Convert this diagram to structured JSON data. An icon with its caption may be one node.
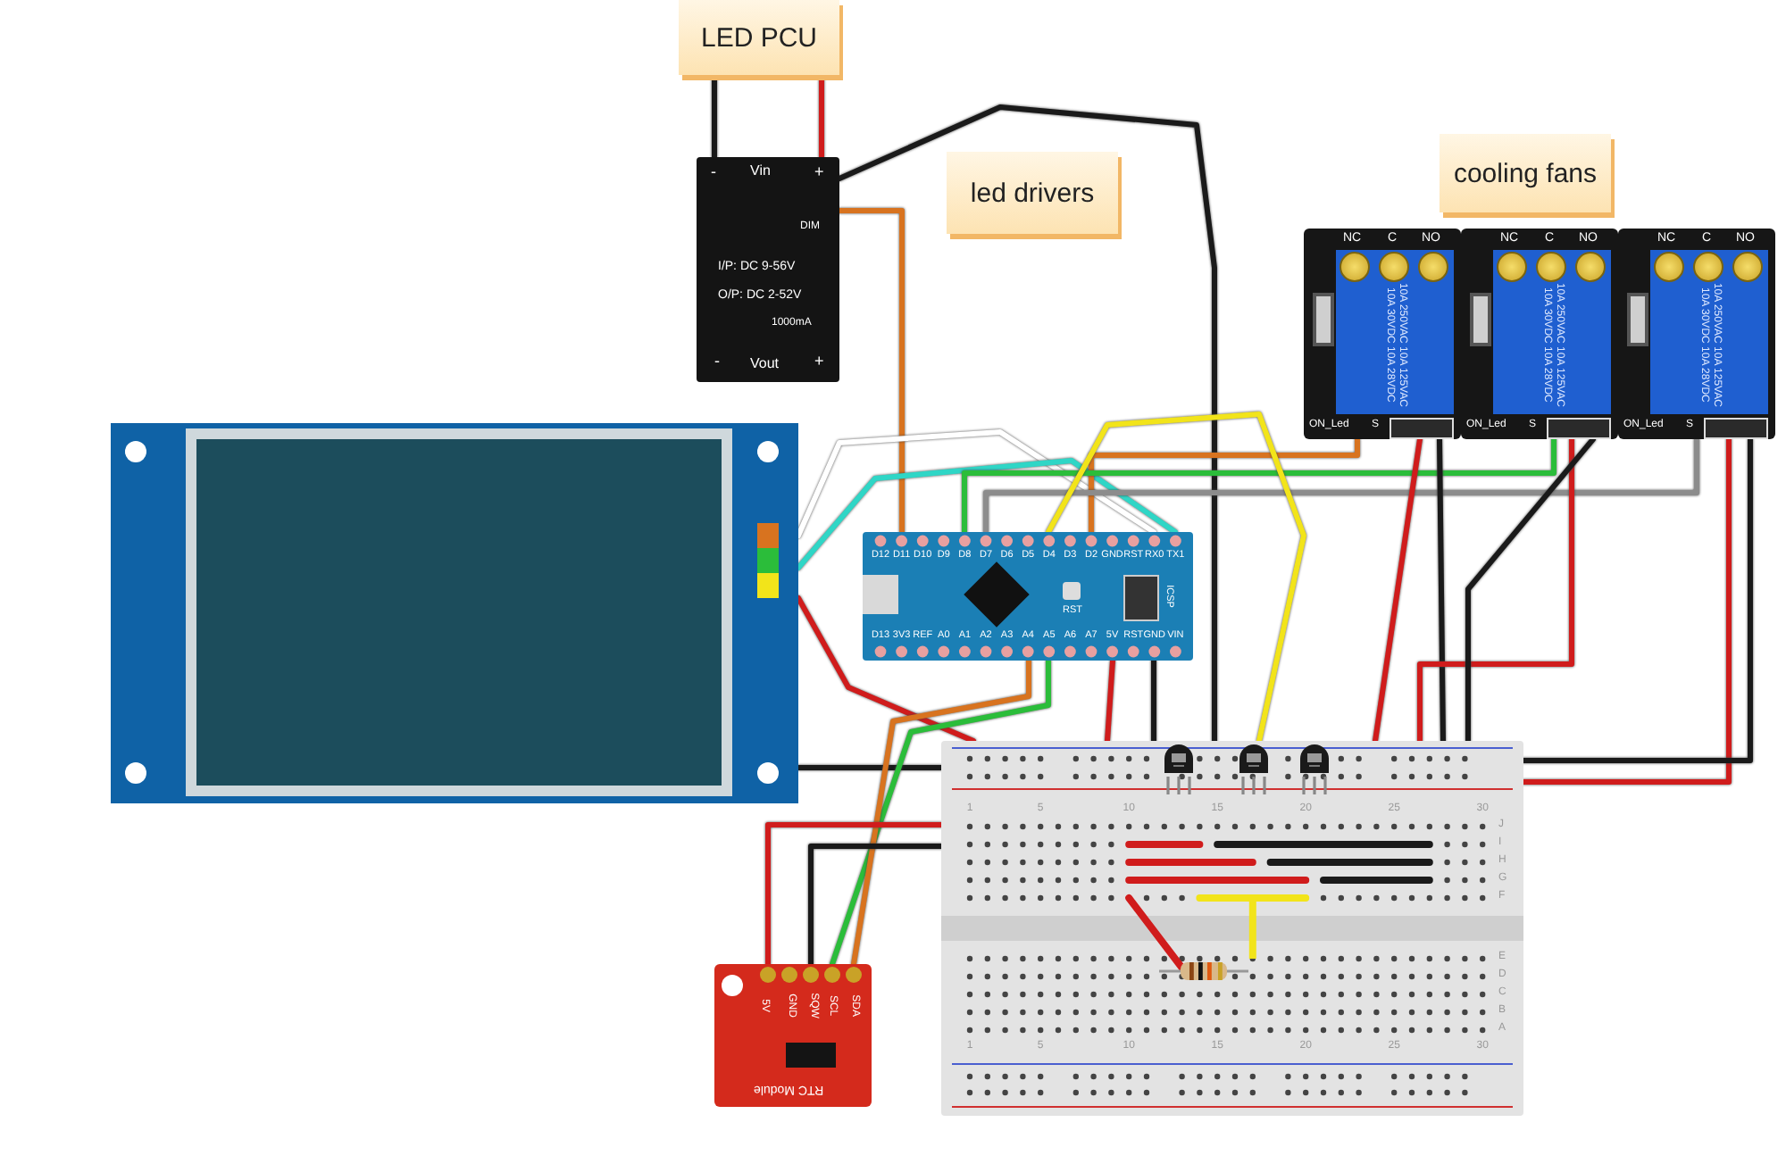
{
  "diagram": {
    "nodes": [
      {
        "text": [
          "LED PCU"
        ]
      },
      {
        "text": [
          "-",
          "Vin",
          "+",
          "DIM",
          "I/P: DC 9-56V",
          "O/P: DC 2-52V",
          "1000mA",
          "-",
          "Vout",
          "+"
        ]
      },
      {
        "text": [
          "led drivers"
        ]
      },
      {
        "text": [
          "cooling fans"
        ]
      },
      {
        "text": [
          "NC",
          "C",
          "NO",
          "10A 250VAC 10A 125VAC 10A 30VDC 10A 28VDC",
          "ON_Led",
          "S"
        ]
      },
      {
        "text": [
          "NC",
          "C",
          "NO",
          "10A 250VAC 10A 125VAC 10A 30VDC 10A 28VDC",
          "ON_Led",
          "S"
        ]
      },
      {
        "text": [
          "NC",
          "C",
          "NO",
          "10A 250VAC 10A 125VAC 10A 30VDC 10A 28VDC",
          "ON_Led",
          "S"
        ]
      },
      {
        "text": [],
        "shape": "picture"
      },
      {
        "text": [
          "D12",
          "D11",
          "D10",
          "D9",
          "D8",
          "D7",
          "D6",
          "D5",
          "D4",
          "D3",
          "D2",
          "GND",
          "RST",
          "RX0",
          "TX1",
          "RST",
          "ICSP",
          "D13",
          "3V3",
          "REF",
          "A0",
          "A1",
          "A2",
          "A3",
          "A4",
          "A5",
          "A6",
          "A7",
          "5V",
          "RST",
          "GND",
          "VIN"
        ]
      },
      {
        "text": [
          "1",
          "5",
          "10",
          "15",
          "20",
          "25",
          "30",
          "J",
          "I",
          "H",
          "G",
          "F",
          "E",
          "D",
          "C",
          "B",
          "A",
          "1",
          "5",
          "10",
          "15",
          "20",
          "25",
          "30"
        ]
      },
      {
        "text": [],
        "shape": "picture",
        "in": 9
      },
      {
        "text": [],
        "shape": "picture",
        "in": 9
      },
      {
        "text": [],
        "shape": "picture",
        "in": 9
      },
      {
        "text": [],
        "shape": "picture",
        "in": 9
      },
      {
        "text": [
          "5V",
          "GND",
          "SQW",
          "SCL",
          "SDA",
          "RTC Module"
        ]
      }
    ],
    "edges": [
      {
        "from": 0,
        "to": 1,
        "arrow": "none",
        "color": "#1a1a1a"
      },
      {
        "from": 0,
        "to": 1,
        "arrow": "none",
        "color": "#d01c1c"
      },
      {
        "from": 1,
        "to": 9,
        "arrow": "none",
        "color": "#1a1a1a"
      },
      {
        "from": 1,
        "to": 8,
        "arrow": "none",
        "color": "#d8731f"
      },
      {
        "from": 7,
        "to": 8,
        "arrow": "none",
        "color": "#ffffff"
      },
      {
        "from": 7,
        "to": 8,
        "arrow": "none",
        "color": "#2fd6c6"
      },
      {
        "from": 7,
        "to": 9,
        "arrow": "none",
        "color": "#d01c1c"
      },
      {
        "from": 7,
        "to": 9,
        "arrow": "none",
        "color": "#1a1a1a"
      },
      {
        "from": 8,
        "to": 4,
        "arrow": "none",
        "color": "#d8731f"
      },
      {
        "from": 8,
        "to": 5,
        "arrow": "none",
        "color": "#2bbd3a"
      },
      {
        "from": 8,
        "to": 6,
        "arrow": "none",
        "color": "#8c8c8c"
      },
      {
        "from": 8,
        "to": 9,
        "arrow": "none",
        "color": "#f2e41a"
      },
      {
        "from": 8,
        "to": 9,
        "arrow": "none",
        "color": "#d01c1c"
      },
      {
        "from": 8,
        "to": 9,
        "arrow": "none",
        "color": "#1a1a1a"
      },
      {
        "from": 8,
        "to": 14,
        "arrow": "none",
        "color": "#2bbd3a"
      },
      {
        "from": 8,
        "to": 14,
        "arrow": "none",
        "color": "#d8731f"
      },
      {
        "from": 14,
        "to": 9,
        "arrow": "none",
        "color": "#d01c1c"
      },
      {
        "from": 14,
        "to": 9,
        "arrow": "none",
        "color": "#1a1a1a"
      },
      {
        "from": 4,
        "to": 9,
        "arrow": "none",
        "color": "#d01c1c"
      },
      {
        "from": 4,
        "to": 9,
        "arrow": "none",
        "color": "#1a1a1a"
      },
      {
        "from": 5,
        "to": 9,
        "arrow": "none",
        "color": "#d01c1c"
      },
      {
        "from": 5,
        "to": 9,
        "arrow": "none",
        "color": "#1a1a1a"
      },
      {
        "from": 6,
        "to": 9,
        "arrow": "none",
        "color": "#d01c1c"
      },
      {
        "from": 6,
        "to": 9,
        "arrow": "none",
        "color": "#1a1a1a"
      }
    ]
  }
}
